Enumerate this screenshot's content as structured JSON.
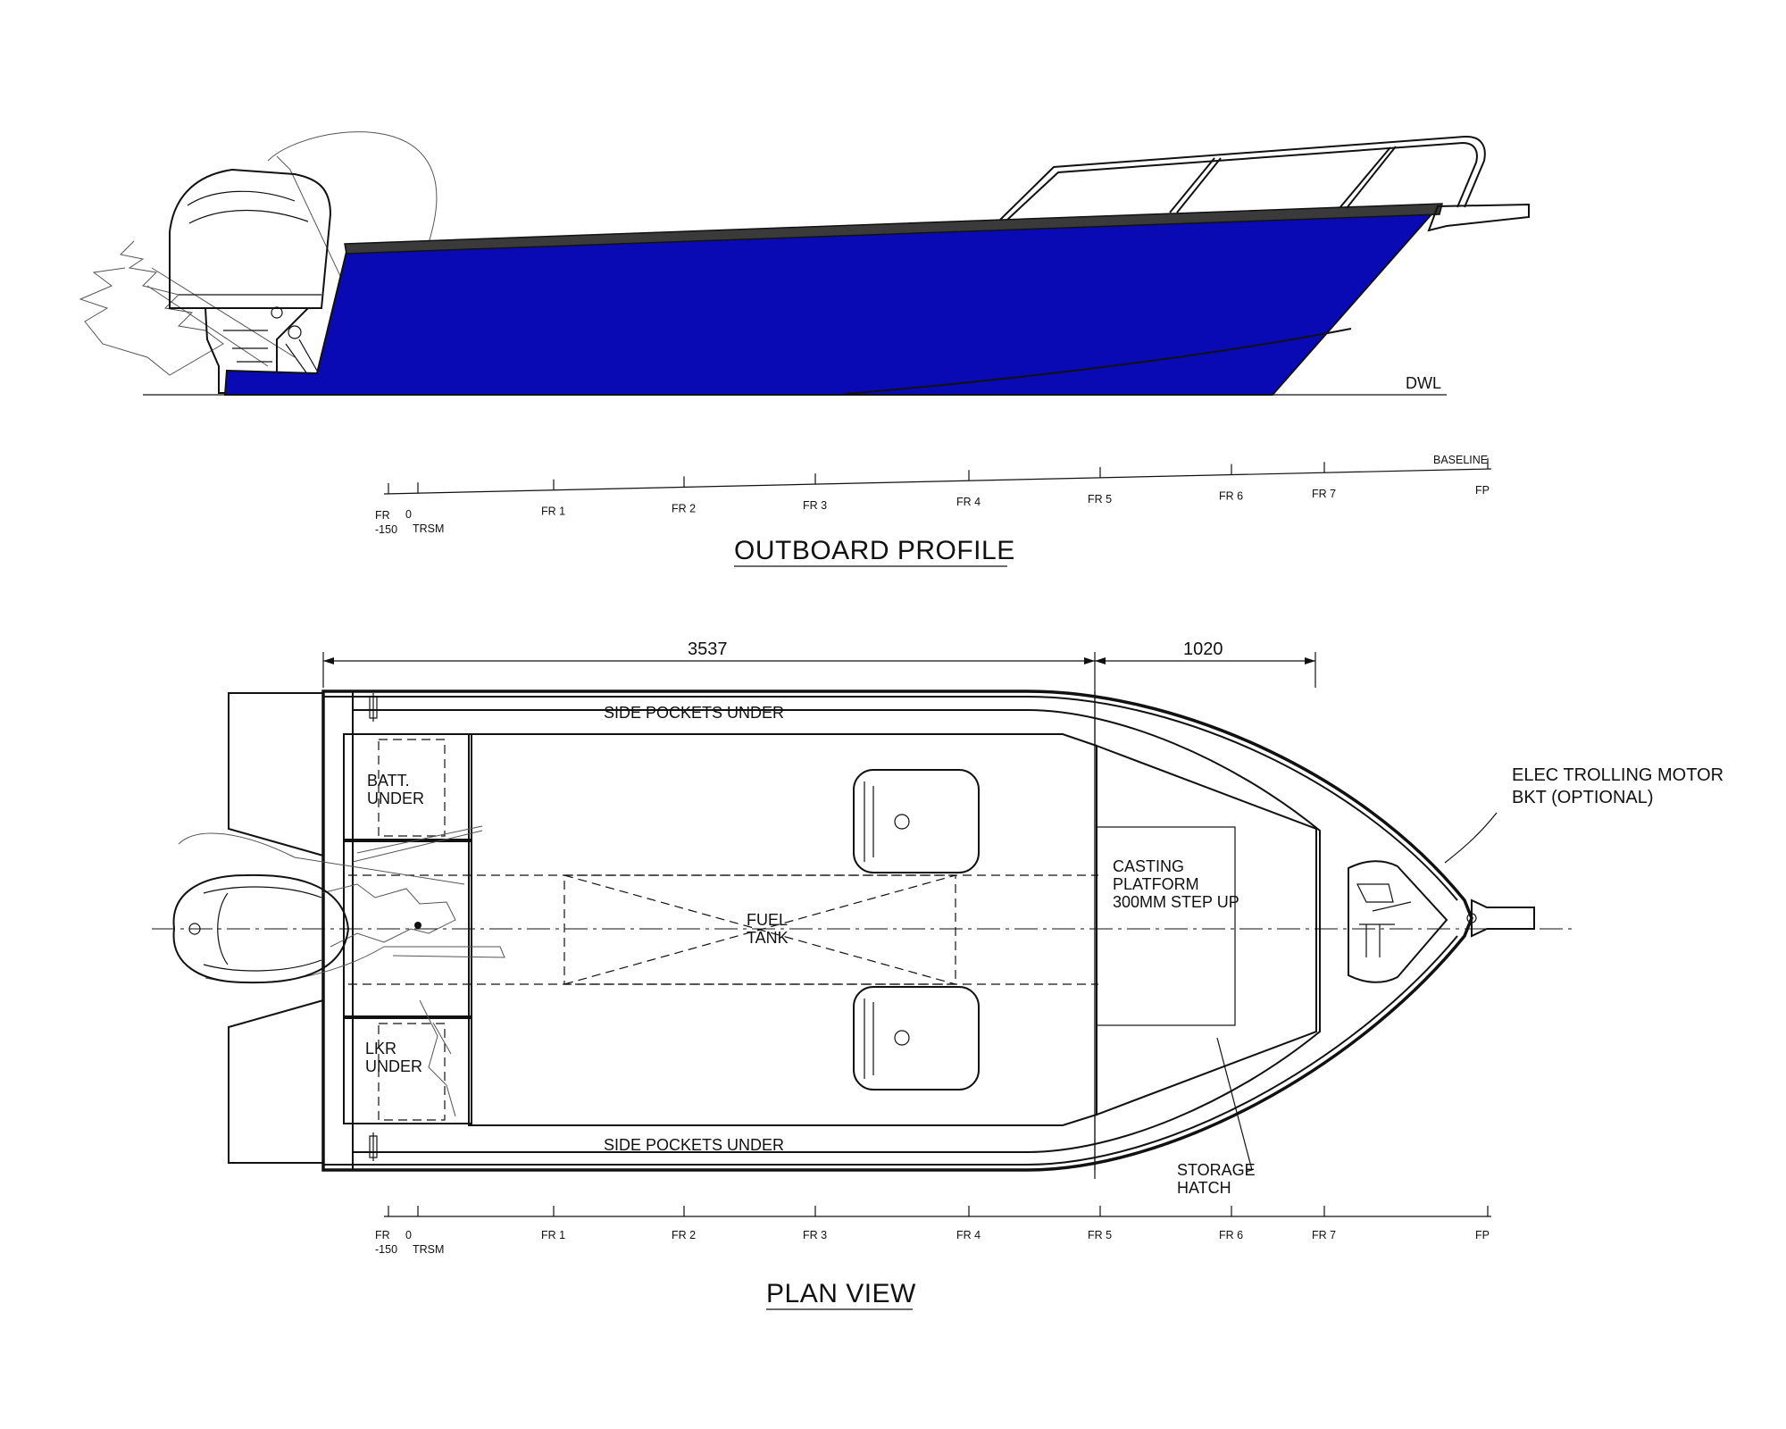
{
  "profile": {
    "title": "OUTBOARD PROFILE",
    "dwl_label": "DWL",
    "baseline_label": "BASELINE",
    "hull_color": "#0a0ab4",
    "deck_edge_color": "#3a3a3a"
  },
  "plan": {
    "title": "PLAN VIEW",
    "dim_aft": "3537",
    "dim_fwd": "1020",
    "side_pockets_top": "SIDE POCKETS UNDER",
    "side_pockets_bottom": "SIDE POCKETS UNDER",
    "batt_line1": "BATT.",
    "batt_line2": "UNDER",
    "lkr_line1": "LKR",
    "lkr_line2": "UNDER",
    "fuel_line1": "FUEL",
    "fuel_line2": "TANK",
    "casting_line1": "CASTING",
    "casting_line2": "PLATFORM",
    "casting_line3": "300MM STEP UP",
    "storage_line1": "STORAGE",
    "storage_line2": "HATCH",
    "trolling_line1": "ELEC TROLLING MOTOR",
    "trolling_line2": "BKT (OPTIONAL)"
  },
  "frames": [
    {
      "top": "FR",
      "bottom": "-150"
    },
    {
      "top": "0",
      "bottom": "TRSM"
    },
    {
      "top": "FR 1",
      "bottom": ""
    },
    {
      "top": "FR 2",
      "bottom": ""
    },
    {
      "top": "FR 3",
      "bottom": ""
    },
    {
      "top": "FR 4",
      "bottom": ""
    },
    {
      "top": "FR 5",
      "bottom": ""
    },
    {
      "top": "FR 6",
      "bottom": ""
    },
    {
      "top": "FR 7",
      "bottom": ""
    },
    {
      "top": "FP",
      "bottom": ""
    }
  ]
}
